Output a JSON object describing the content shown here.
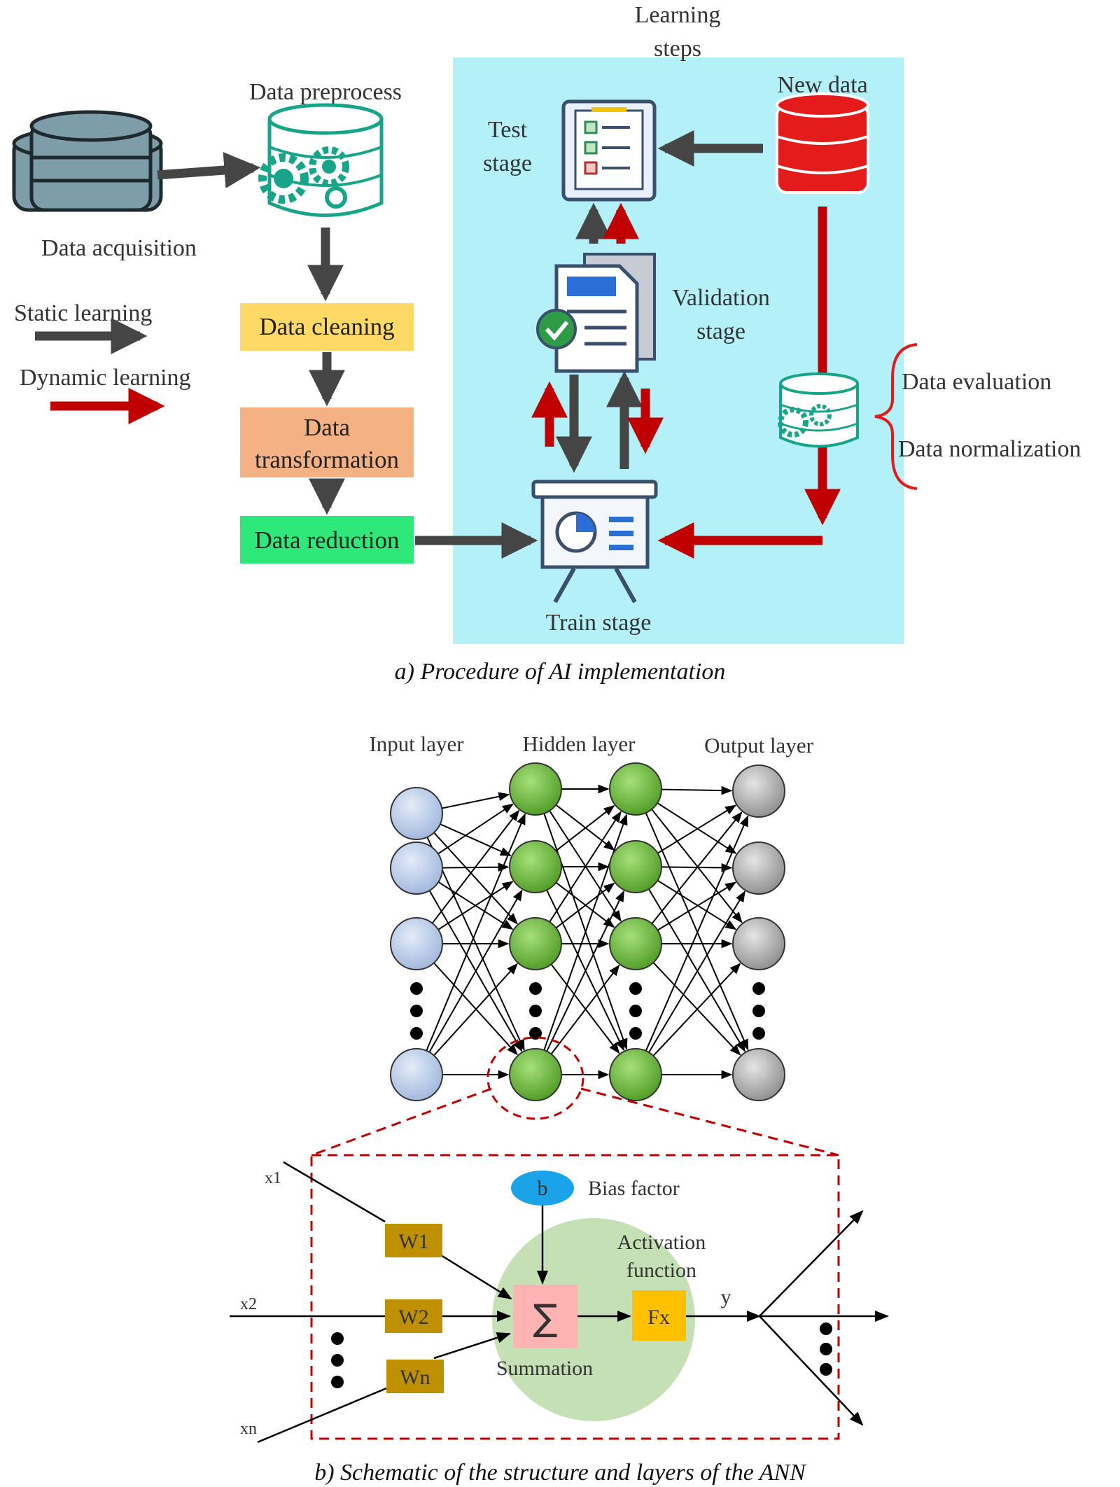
{
  "panel_a": {
    "caption": "a) Procedure of AI implementation",
    "learning_steps": [
      "Learning",
      "steps"
    ],
    "data_preprocess": "Data preprocess",
    "data_acquisition": "Data acquisition",
    "static_learning": "Static learning",
    "dynamic_learning": "Dynamic learning",
    "data_cleaning": "Data cleaning",
    "data_transformation": [
      "Data",
      "transformation"
    ],
    "data_reduction": "Data reduction",
    "test_stage": [
      "Test",
      "stage"
    ],
    "new_data": "New data",
    "validation_stage": [
      "Validation",
      "stage"
    ],
    "train_stage": "Train stage",
    "data_evaluation": "Data evaluation",
    "data_normalization": "Data normalization",
    "colors": {
      "learning_area": "#b3f0f7",
      "static_arrow": "#454545",
      "dynamic_arrow": "#c00000",
      "cleaning_box": "#ffd966",
      "transformation_box": "#f4b183",
      "reduction_box": "#2ee87a"
    }
  },
  "panel_b": {
    "caption": "b) Schematic of the structure and layers of the ANN",
    "input_layer": "Input layer",
    "hidden_layer": "Hidden layer",
    "output_layer": "Output layer",
    "bias_symbol": "b",
    "bias_factor": "Bias factor",
    "activation_function": [
      "Activation",
      "function"
    ],
    "summation": "Summation",
    "sum_symbol": "∑",
    "activation_symbol": "Fx",
    "output_symbol": "y",
    "inputs": [
      "x1",
      "x2",
      "xn"
    ],
    "weights": [
      "W1",
      "W2",
      "Wn"
    ],
    "colors": {
      "input_node": "#b4c7e7",
      "hidden_node": "#6fbf3a",
      "output_node": "#a6a6a6",
      "neuron_circle": "#c5e0b4",
      "weight_box": "#bf9000",
      "sum_box": "#ffb3b3",
      "activation_box": "#ffc000",
      "bias_ellipse": "#1aa3e8",
      "dashed": "#c00000"
    }
  }
}
